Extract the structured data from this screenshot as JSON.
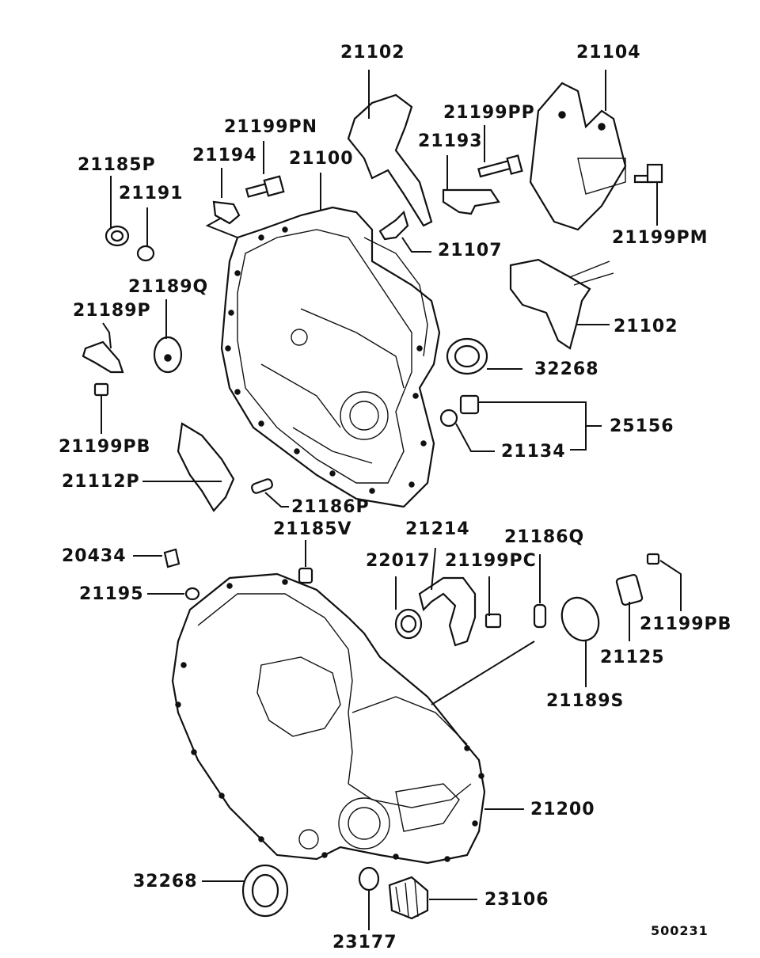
{
  "labels": {
    "l21102_top": "21102",
    "l21104": "21104",
    "l21199PN": "21199PN",
    "l21199PP": "21199PP",
    "l21185P": "21185P",
    "l21194": "21194",
    "l21100": "21100",
    "l21193": "21193",
    "l21191": "21191",
    "l21199PM": "21199PM",
    "l21107": "21107",
    "l21189Q": "21189Q",
    "l21189P": "21189P",
    "l21102_mid": "21102",
    "l32268_top": "32268",
    "l25156": "25156",
    "l21134": "21134",
    "l21199PB_left": "21199PB",
    "l21112P": "21112P",
    "l21186P": "21186P",
    "l21185V": "21185V",
    "l21214": "21214",
    "l21186Q": "21186Q",
    "l20434": "20434",
    "l22017": "22017",
    "l21199PC": "21199PC",
    "l21195": "21195",
    "l21199PB_right": "21199PB",
    "l21125": "21125",
    "l21189S": "21189S",
    "l21200": "21200",
    "l32268_bottom": "32268",
    "l23106": "23106",
    "l23177": "23177"
  },
  "document_number": "500231"
}
